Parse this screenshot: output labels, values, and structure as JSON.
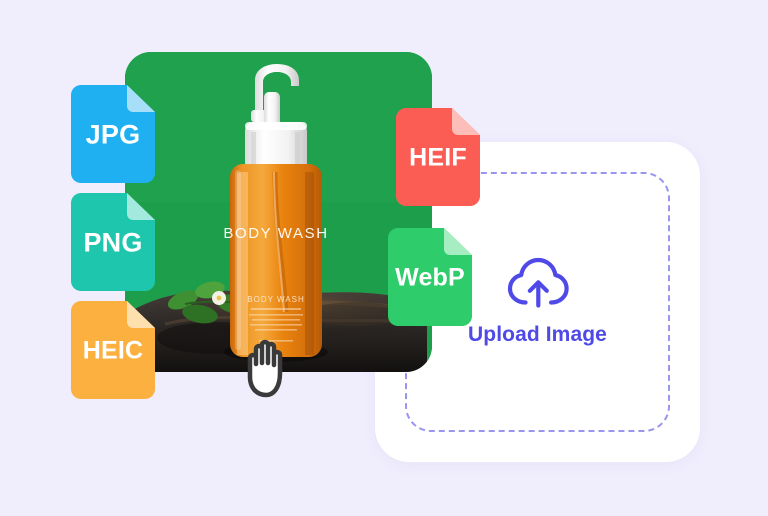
{
  "background_color": "#F0EDFD",
  "product_photo": {
    "name": "body-wash-product-photo",
    "background_color": "#1D9E4B",
    "bottle_label_primary": "BODY WASH",
    "bottle_label_secondary": "BODY WASH",
    "bottle_color": "#E8860F",
    "pump_color": "#FFFFFF",
    "scene_elements": [
      "body wash bottle",
      "volcanic rock",
      "green leaves",
      "white flower"
    ]
  },
  "cursor": {
    "name": "grab-hand-cursor",
    "type": "hand"
  },
  "file_badges": [
    {
      "id": "jpg",
      "label": "JPG",
      "color": "#1EB0F0",
      "fold_color": "#A8DFF8"
    },
    {
      "id": "png",
      "label": "PNG",
      "color": "#1EC6AE",
      "fold_color": "#A3E9DE"
    },
    {
      "id": "heic",
      "label": "HEIC",
      "color": "#FBB040",
      "fold_color": "#FDE0AE"
    },
    {
      "id": "heif",
      "label": "HEIF",
      "color": "#FB5D54",
      "fold_color": "#FDBDB9"
    },
    {
      "id": "webp",
      "label": "WebP",
      "color": "#2ECC6A",
      "fold_color": "#A6EEC2"
    }
  ],
  "upload_card": {
    "name": "upload-drop-zone",
    "label": "Upload Image",
    "icon": "cloud-upload-icon",
    "accent_color": "#4F49E8",
    "border_color": "#9A96EE",
    "card_color": "#FFFFFF"
  }
}
